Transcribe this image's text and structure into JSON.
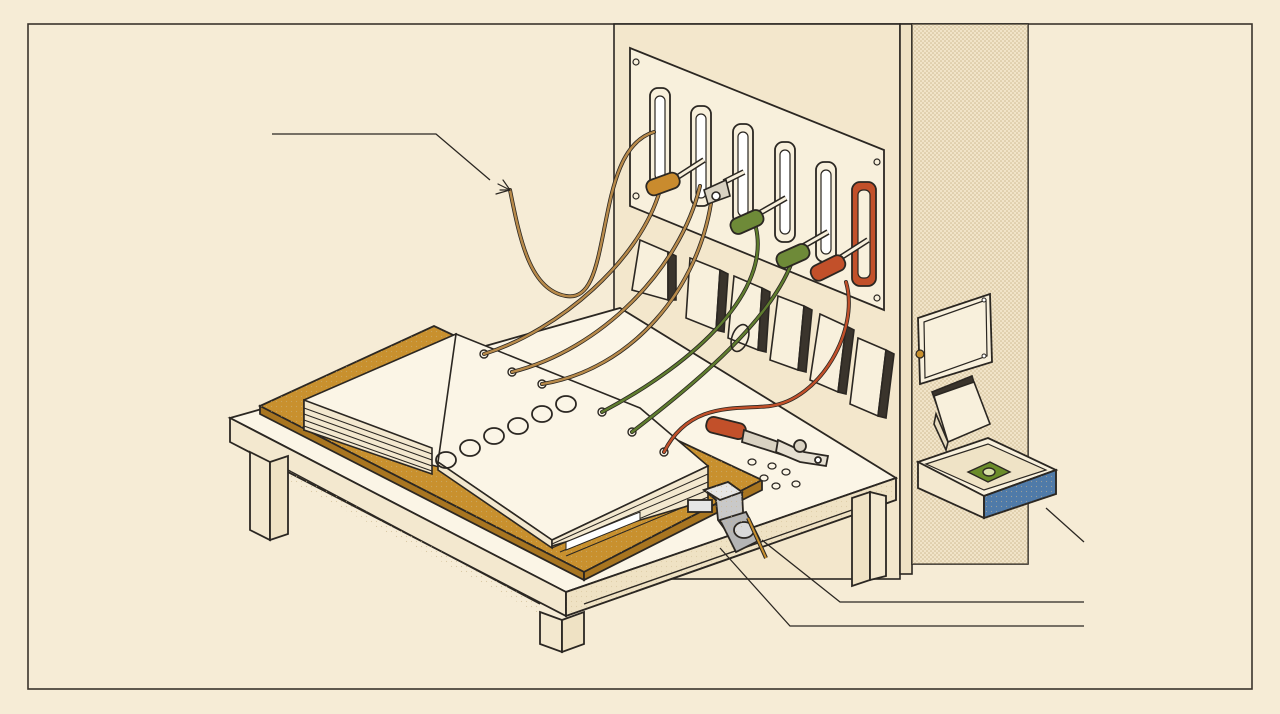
{
  "illustration": {
    "subject": "switchboard-workbench",
    "panel": {
      "slot_count": 6,
      "slot_states": [
        "open",
        "open",
        "open",
        "open",
        "open",
        "active"
      ]
    },
    "connectors": [
      {
        "name": "plug-orange",
        "color": "#c98b2e"
      },
      {
        "name": "clip-metal",
        "color": "#d9d2c2"
      },
      {
        "name": "plug-green-upper",
        "color": "#6e8a38"
      },
      {
        "name": "plug-green-lower",
        "color": "#6e8a38"
      },
      {
        "name": "plug-red",
        "color": "#c2502a"
      },
      {
        "name": "clamp-red",
        "color": "#c2502a"
      }
    ],
    "callouts": [
      {
        "target": "frayed-wire-end"
      },
      {
        "target": "tray"
      },
      {
        "target": "c-clamp"
      },
      {
        "target": "clamp-handle"
      }
    ]
  },
  "palette": {
    "background": "#f6ecd6",
    "ink": "#2b2722",
    "paper": "#fbf5e6",
    "cover": "#c8902e",
    "wire_tan": "#b88a4a",
    "wire_green": "#5f7d2e",
    "wire_red": "#c2502a",
    "accent_blue": "#4f7aa8",
    "accent_green": "#6b8c2a",
    "stipple": "#cdb98f"
  }
}
